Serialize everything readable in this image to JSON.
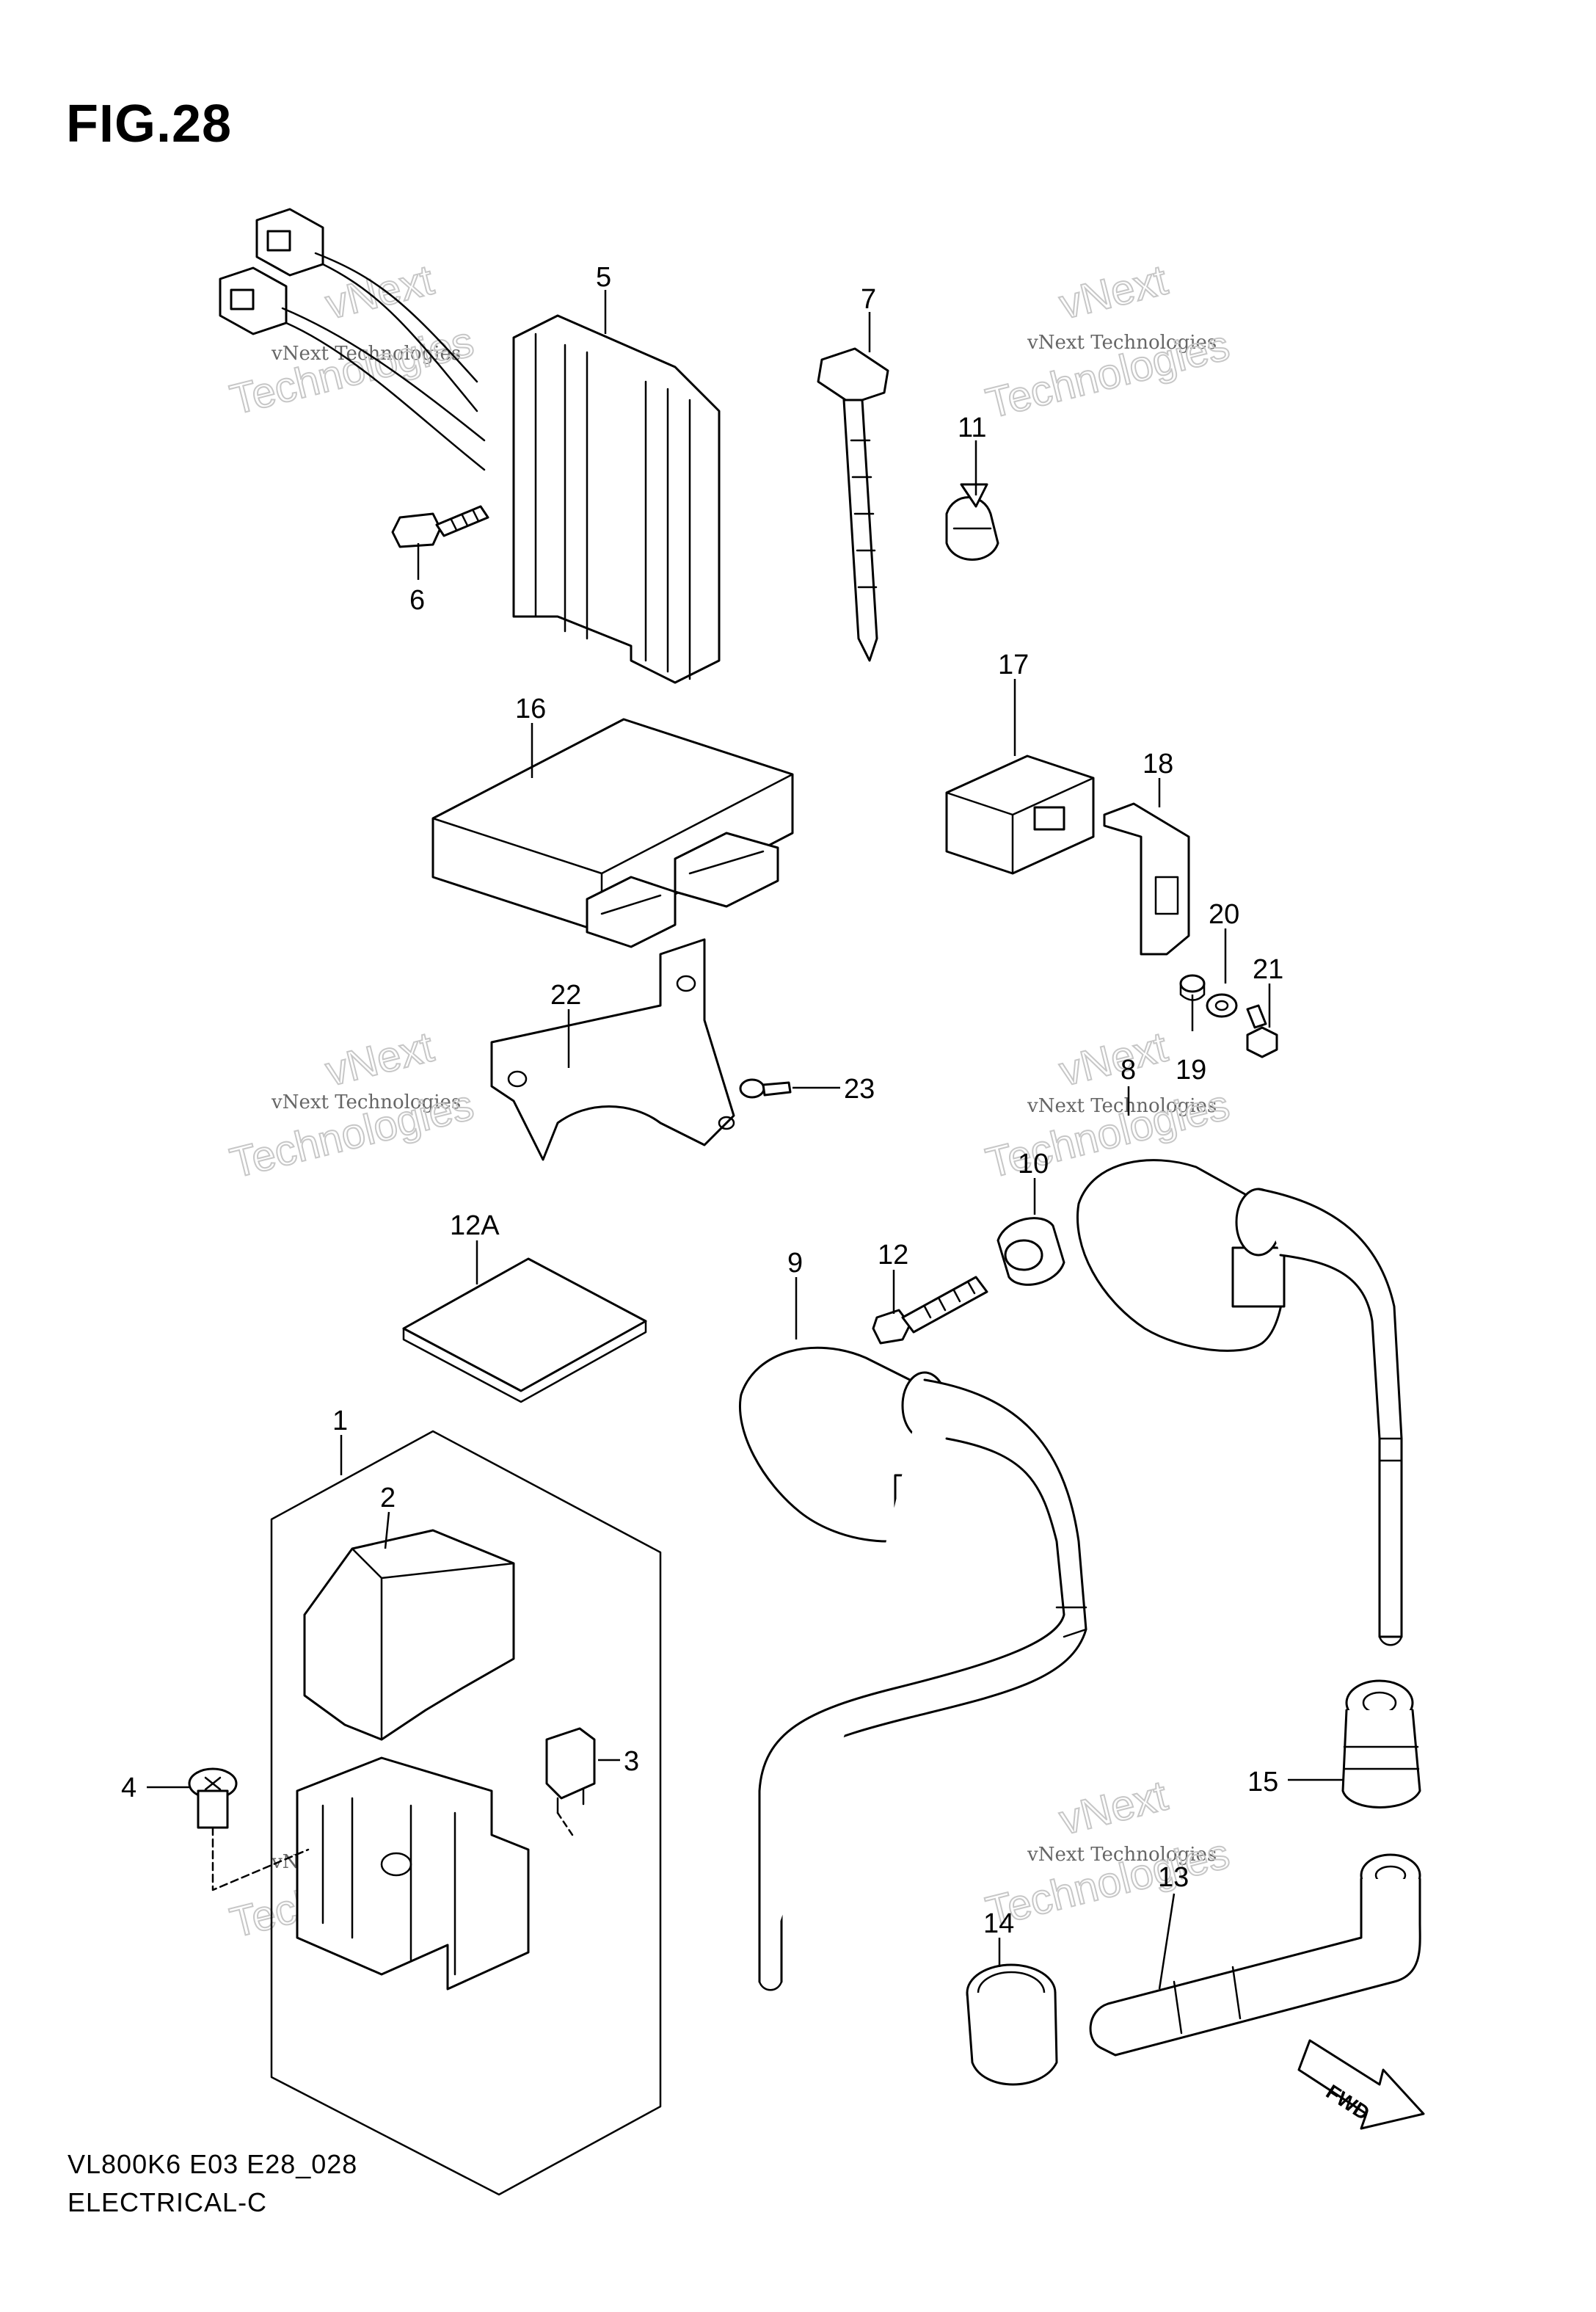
{
  "figure": {
    "title": "FIG.28",
    "model_code": "VL800K6 E03 E28_028",
    "section_name": "ELECTRICAL-C"
  },
  "watermark": {
    "company": "vNext Technologies",
    "word_top": "vNext",
    "word_bottom": "Technologies"
  },
  "callouts": {
    "c1": "1",
    "c2": "2",
    "c3": "3",
    "c4": "4",
    "c5": "5",
    "c6": "6",
    "c7": "7",
    "c8": "8",
    "c9": "9",
    "c10": "10",
    "c11": "11",
    "c12": "12",
    "c12a": "12A",
    "c13": "13",
    "c14": "14",
    "c15": "15",
    "c16": "16",
    "c17": "17",
    "c18": "18",
    "c19": "19",
    "c20": "20",
    "c21": "21",
    "c22": "22",
    "c23": "23"
  },
  "direction_marker": "FWD"
}
